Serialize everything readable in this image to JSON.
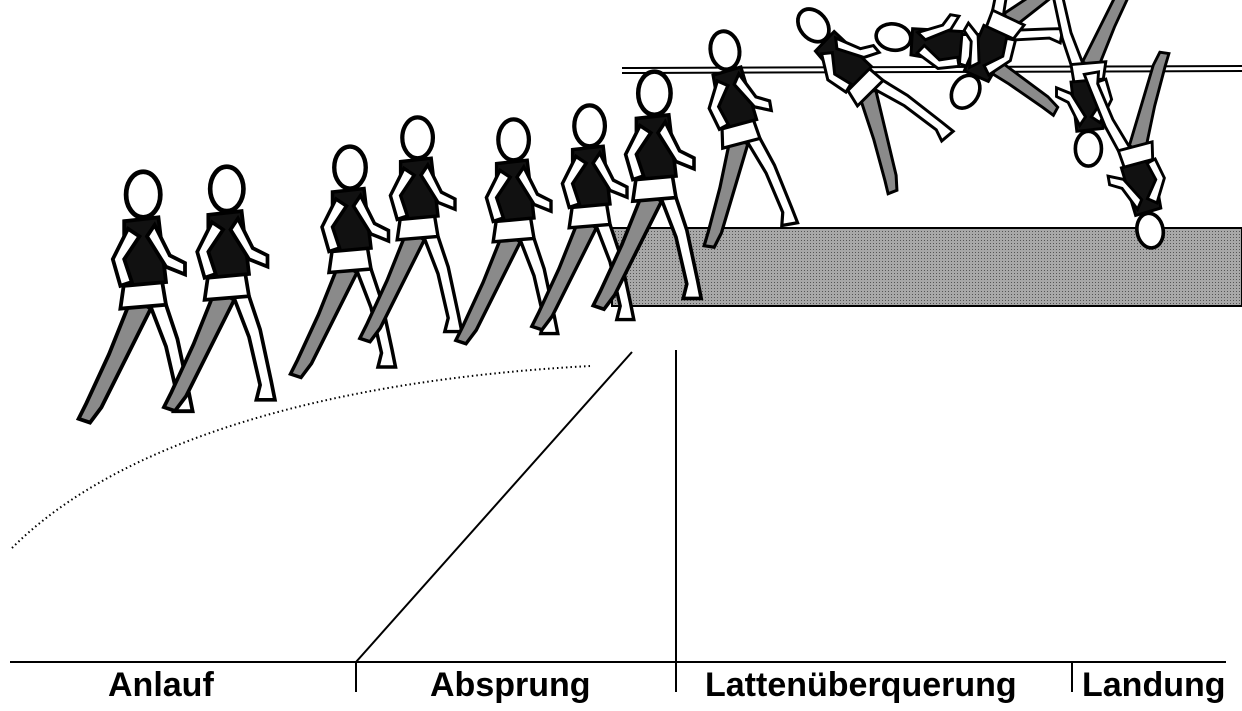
{
  "phases": [
    {
      "id": "anlauf",
      "label": "Anlauf"
    },
    {
      "id": "absprung",
      "label": "Absprung"
    },
    {
      "id": "latten",
      "label": "Lattenüberquerung"
    },
    {
      "id": "landung",
      "label": "Landung"
    }
  ],
  "colors": {
    "ink": "#000000",
    "mat_fill": "#9a9a9a",
    "leg_fill": "#8a8a8a",
    "shirt_fill": "#111111",
    "background": "#ffffff"
  },
  "figure_count": 15,
  "icons": [
    "runner-figure",
    "high-jump-bar",
    "landing-mat",
    "run-up-curve"
  ]
}
